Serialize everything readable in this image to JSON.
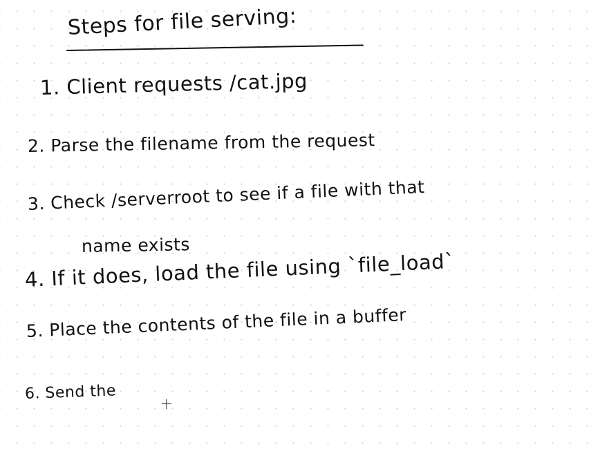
{
  "note": {
    "title": "Steps for file serving:",
    "lines": [
      "1. Client requests /cat.jpg",
      "2. Parse the filename from the request",
      "3. Check /serverroot to see if a file with that",
      "name exists",
      "4. If it does, load the file using `file_load`",
      "5. Place the contents of the file in a buffer",
      "6. Send the"
    ]
  },
  "colors": {
    "ink": "#111111",
    "background": "#ffffff",
    "grid_dot": "#d4d4d4"
  },
  "icons": {
    "cursor": "crosshair-cursor-icon"
  }
}
